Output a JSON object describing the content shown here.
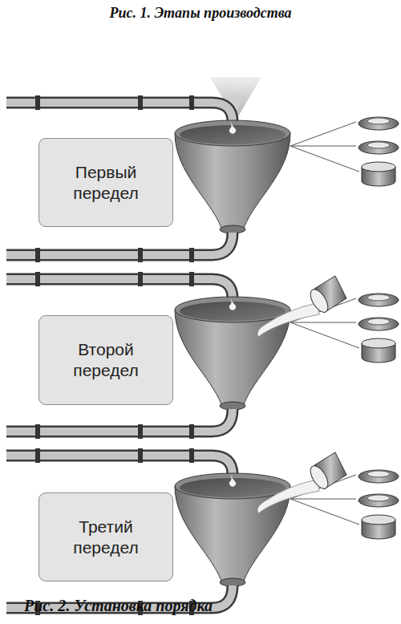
{
  "diagram": {
    "title": "Рис. 1. Этапы производства",
    "nodes": [
      {
        "text": [
          "Первый передел"
        ]
      },
      {
        "text": [
          "Второй передел"
        ]
      },
      {
        "text": [
          "Третий передел"
        ]
      }
    ],
    "caption": "Рис. 2. Установка порядка"
  }
}
